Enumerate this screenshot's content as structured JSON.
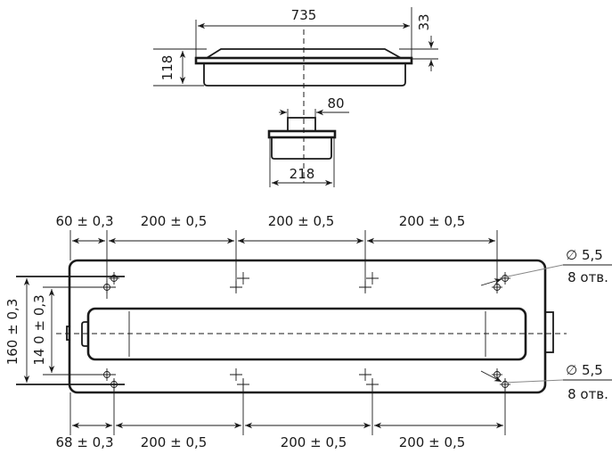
{
  "front_view": {
    "width": "735",
    "flange_height": "33",
    "height": "118"
  },
  "side_view": {
    "top_width": "80",
    "width": "218"
  },
  "plan_view": {
    "top_dims": [
      "60 ± 0,3",
      "200 ± 0,5",
      "200 ± 0,5",
      "200 ± 0,5"
    ],
    "bottom_dims": [
      "68 ± 0,3",
      "200 ± 0,5",
      "200 ± 0,5",
      "200 ± 0,5"
    ],
    "outer_spacing": "160 ± 0,3",
    "inner_spacing": "14 0 ± 0,3",
    "hole_callouts": [
      {
        "diameter": "∅ 5,5",
        "count": "8 отв."
      },
      {
        "diameter": "∅ 5,5",
        "count": "8 отв."
      }
    ]
  }
}
